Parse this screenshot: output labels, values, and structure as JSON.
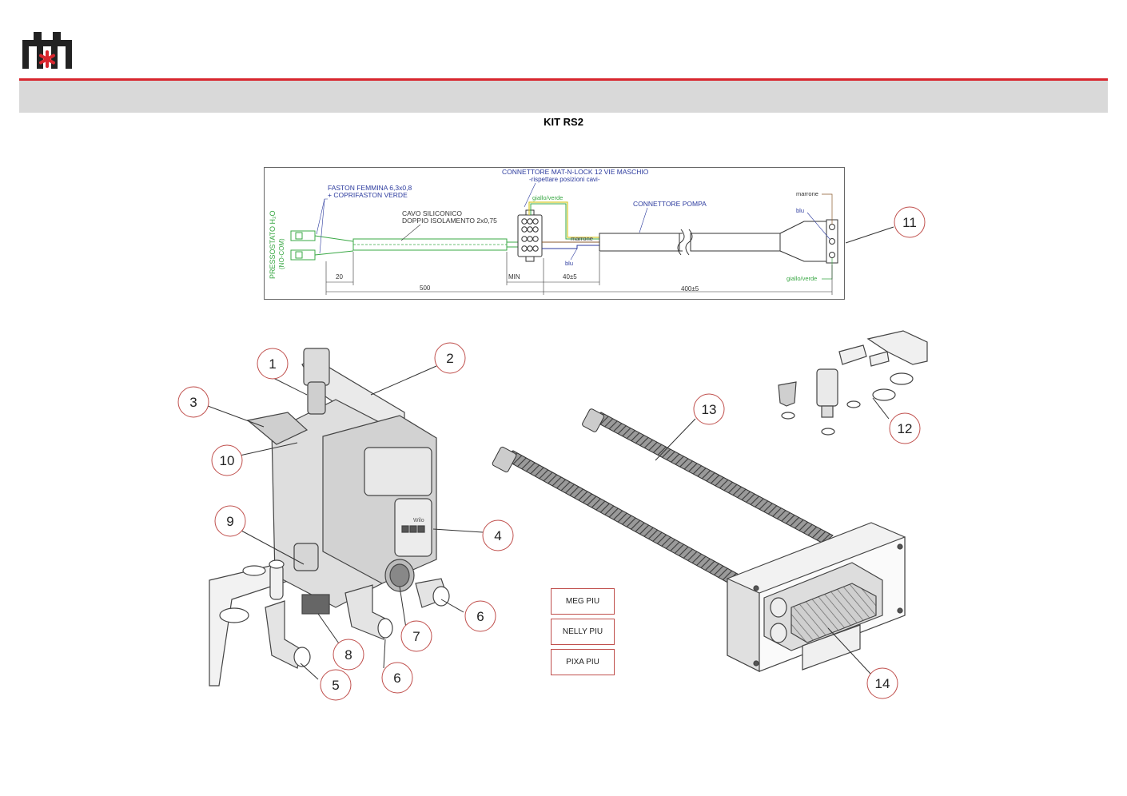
{
  "header": {
    "kit_title": "KIT RS2",
    "brand_color": "#d8262e"
  },
  "wiring_diagram": {
    "pressure_switch": "PRESSOSTATO H₂O",
    "pressure_switch_sub": "(NO-COM)",
    "faston_line1": "FASTON FEMMINA 6,3x0,8",
    "faston_line2": "+ COPRIFASTON VERDE",
    "cable_line1": "CAVO SILICONICO",
    "cable_line2": "DOPPIO ISOLAMENTO 2x0,75",
    "connector_line1": "CONNETTORE MAT-N-LOCK 12 VIE MASCHIO",
    "connector_line2": "-rispettare posizioni cavi-",
    "pump_connector": "CONNETTORE POMPA",
    "wire_yellow_green_top": "giallo/verde",
    "wire_brown_mid": "marrone",
    "wire_blue_mid": "blu",
    "wire_brown_right": "marrone",
    "wire_blue_right": "blu",
    "wire_yellow_green_right": "giallo/verde",
    "dim_20": "20",
    "dim_500": "500",
    "dim_min": "MIN",
    "dim_40": "40±5",
    "dim_400": "400±5"
  },
  "callouts": [
    "1",
    "2",
    "3",
    "4",
    "5",
    "6",
    "6",
    "7",
    "8",
    "9",
    "10",
    "11",
    "12",
    "13",
    "14"
  ],
  "pump_logo": "Wilo",
  "models": [
    "MEG PIU",
    "NELLY PIU",
    "PIXA PIU"
  ],
  "colors": {
    "callout_circle": "#c0504d",
    "wire_green": "#3aa845",
    "wire_yellow": "#d7c92a",
    "label_blue": "#2b3a9e",
    "brown": "#8a5a2b"
  }
}
